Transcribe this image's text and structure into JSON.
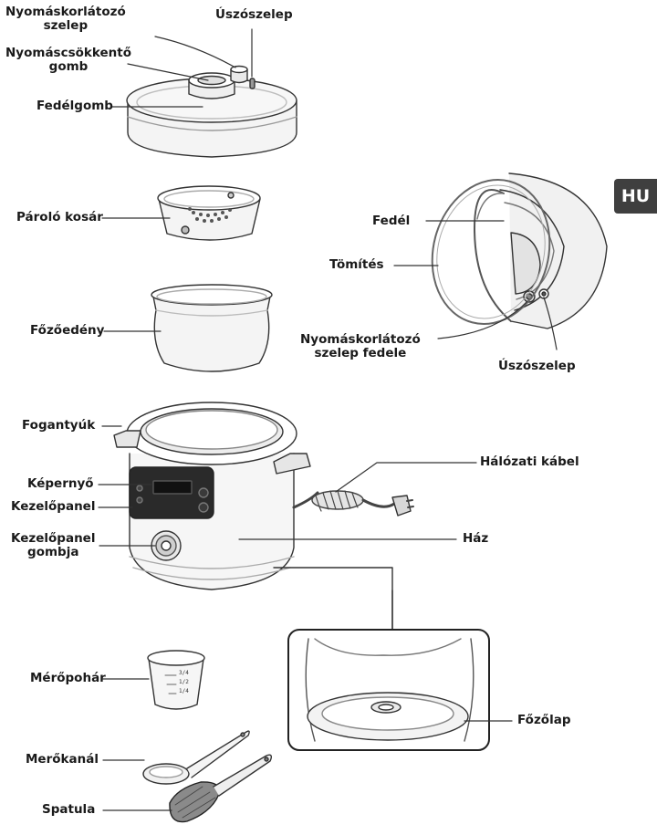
{
  "language_tab": "HU",
  "labels": {
    "pressure_valve_top": [
      "Nyomáskorlátozó",
      "szelep"
    ],
    "float_valve_top": "Úszószelep",
    "pressure_release_button": [
      "Nyomáscsökkentő",
      "gomb"
    ],
    "lid_knob": "Fedélgomb",
    "steam_basket": "Pároló kosár",
    "lid": "Fedél",
    "gasket": "Tömítés",
    "cooking_bowl": "Főzőedény",
    "pressure_valve_cover": [
      "Nyomáskorlátozó",
      "szelep fedele"
    ],
    "float_valve_side": "Úszószelep",
    "handles": "Fogantyúk",
    "power_cable": "Hálózati kábel",
    "display": "Képernyő",
    "control_panel": "Kezelőpanel",
    "control_panel_knob": [
      "Kezelőpanel",
      "gombja"
    ],
    "housing": "Ház",
    "measuring_cup": "Mérőpohár",
    "heating_plate": "Főzőlap",
    "measuring_spoon": "Merőkanál",
    "spatula": "Spatula"
  },
  "cup_marks": [
    "3/4",
    "1/2",
    "1/4"
  ],
  "colors": {
    "line": "#333333",
    "fill_light": "#f4f4f4",
    "fill_mid": "#e2e2e2",
    "panel_dark": "#2a2a2a",
    "tab_bg": "#3f3f3f",
    "tab_text": "#ffffff"
  }
}
